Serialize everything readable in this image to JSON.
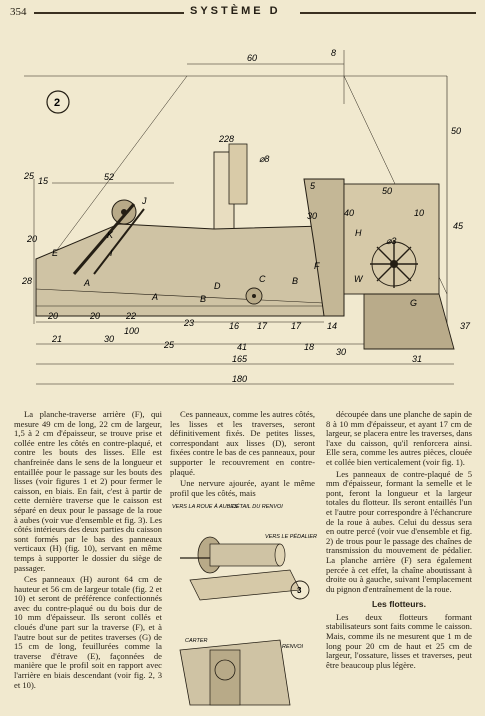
{
  "header": {
    "page_number": "354",
    "title": "SYSTÈME D"
  },
  "figure2": {
    "number": "2",
    "dimensions": {
      "d60": "60",
      "d8": "8",
      "d50top": "50",
      "d52": "52",
      "d25": "25",
      "d15": "15",
      "d20v": "20",
      "d28": "28",
      "d37": "37",
      "d5": "5",
      "d50": "50",
      "d40": "40",
      "d10": "10",
      "d30v": "30",
      "d45": "45",
      "phi8": "⌀8",
      "d228": "228",
      "phi3": "⌀3",
      "row1": [
        "20",
        "20",
        "22",
        "23",
        "16",
        "17",
        "17",
        "14"
      ],
      "d100": "100",
      "row2": [
        "21",
        "30",
        "25",
        "41",
        "18",
        "30"
      ],
      "d165": "165",
      "d31": "31",
      "d180": "180"
    },
    "letters": {
      "A1": "A",
      "A2": "A",
      "B1": "B",
      "B2": "B",
      "C": "C",
      "D": "D",
      "E": "E",
      "F": "F",
      "G": "G",
      "H": "H",
      "I": "I",
      "J": "J",
      "K": "K",
      "W": "W"
    }
  },
  "figure3": {
    "number": "3",
    "labels": {
      "vers_roue": "VERS LA ROUE À AUBES",
      "detail": "DÉTAIL DU RENVOI",
      "vers_pedalier": "VERS LE PÉDALIER",
      "carter": "CARTER",
      "renvoi": "RENVOI"
    }
  },
  "text": {
    "col1": [
      "La planche-traverse arrière (F), qui mesure 49 cm de long, 22 cm de largeur, 1,5 à 2 cm d'épaisseur, se trouve prise et collée entre les côtés en contre-plaqué, et contre les bouts des lisses. Elle est chanfreinée dans le sens de la longueur et entaillée pour le passage sur les bouts des lisses (voir figures 1 et 2) pour fermer le caisson, en biais. En fait, c'est à partir de cette dernière traverse que le caisson est séparé en deux pour le passage de la roue à aubes (voir vue d'ensemble et fig. 3). Les côtés intérieurs des deux parties du caisson sont formés par le bas des panneaux verticaux (H) (fig. 10), servant en même temps à supporter le dossier du siège de passager.",
      "Ces panneaux (H) auront 64 cm de hauteur et 56 cm de largeur totale (fig. 2 et 10) et seront de préférence confectionnés avec du contre-plaqué ou du bois dur de 10 mm d'épaisseur. Ils seront collés et cloués d'une part sur la traverse (F), et à l'autre bout sur de petites traverses (G) de 15 cm de long, feuillurées comme la traverse d'étrave (E), façonnées de manière que le profil soit en rapport avec l'arrière en biais descendant (voir fig. 2, 3 et 10)."
    ],
    "col2": [
      "Ces panneaux, comme les autres côtés, les lisses et les traverses, seront définitivement fixés. De petites lisses, correspondant aux lisses (D), seront fixées contre le bas de ces panneaux, pour supporter le recouvrement en contre-plaqué.",
      "Une nervure ajourée, ayant le même profil que les côtés, mais"
    ],
    "col3": [
      "découpée dans une planche de sapin de 8 à 10 mm d'épaisseur, et ayant 17 cm de largeur, se placera entre les traverses, dans l'axe du caisson, qu'il renforcera ainsi. Elle sera, comme les autres pièces, clouée et collée bien verticalement (voir fig. 1).",
      "Les panneaux de contre-plaqué de 5 mm d'épaisseur, formant la semelle et le pont, feront la longueur et la largeur totales du flotteur. Ils seront entaillés l'un et l'autre pour correspondre à l'échancrure de la roue à aubes. Celui du dessus sera en outre percé (voir vue d'ensemble et fig. 2) de trous pour le passage des chaînes de transmission du mouvement de pédalier. La planche arrière (F) sera également percée à cet effet, la chaîne aboutissant à droite ou à gauche, suivant l'emplacement du pignon d'entraînement de la roue.",
      "Les flotteurs.",
      "Les deux flotteurs formant stabilisateurs sont faits comme le caisson. Mais, comme ils ne mesurent que 1 m de long pour 20 cm de haut et 25 cm de largeur, l'ossature, lisses et traverses, peut être beaucoup plus légère."
    ]
  }
}
